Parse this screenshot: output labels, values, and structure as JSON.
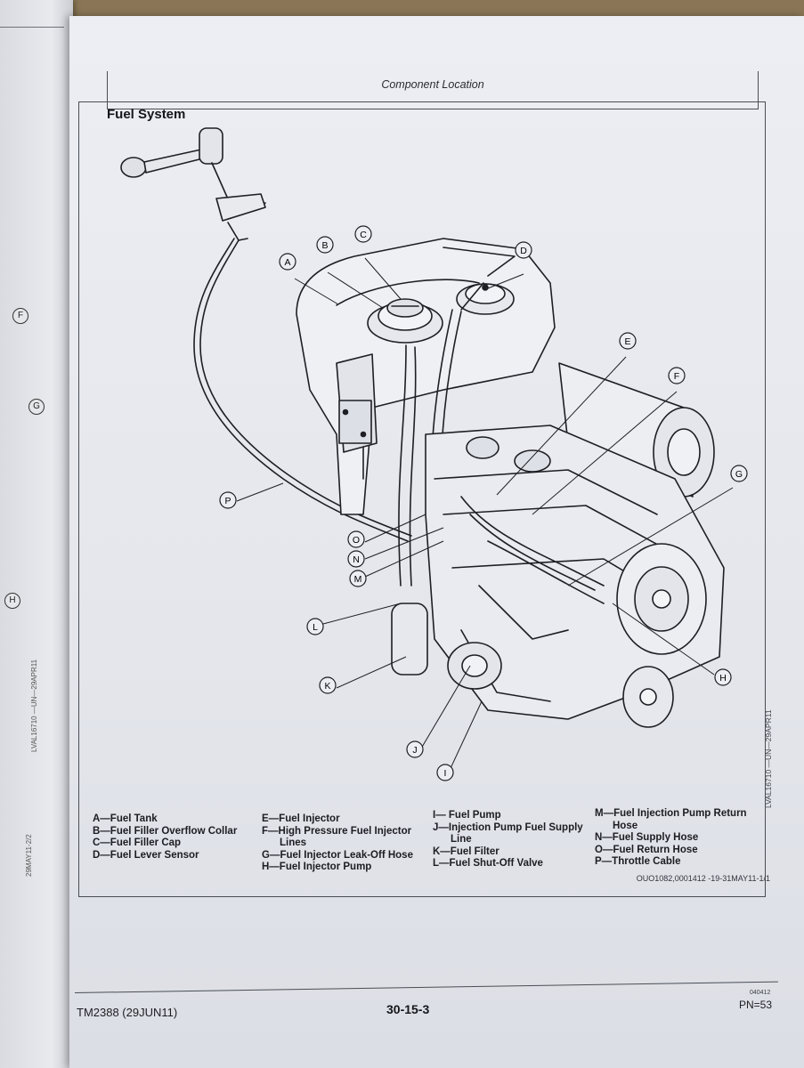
{
  "header": {
    "title": "Component Location"
  },
  "section": {
    "title": "Fuel System"
  },
  "callouts": [
    "A",
    "B",
    "C",
    "D",
    "E",
    "F",
    "G",
    "H",
    "I",
    "J",
    "K",
    "L",
    "M",
    "N",
    "O",
    "P"
  ],
  "left_page": {
    "callouts": [
      "F",
      "G",
      "H"
    ],
    "vertical_text": "LVAL16710 —UN—29APR11",
    "bottom_text": "29MAY11-2/2"
  },
  "legend": {
    "col1": [
      "A—Fuel Tank",
      "B—Fuel Filler Overflow Collar",
      "C—Fuel Filler Cap",
      "D—Fuel Lever Sensor"
    ],
    "col2": [
      "E—Fuel Injector",
      "F—High Pressure Fuel Injector",
      "Lines",
      "G—Fuel Injector Leak-Off Hose",
      "H—Fuel Injector Pump"
    ],
    "col3": [
      "I— Fuel Pump",
      "J—Injection Pump Fuel Supply",
      "Line",
      "K—Fuel Filter",
      "L—Fuel Shut-Off Valve"
    ],
    "col4": [
      "M—Fuel Injection Pump Return",
      "Hose",
      "N—Fuel Supply Hose",
      "O—Fuel Return Hose",
      "P—Throttle Cable"
    ]
  },
  "figure_ref": "OUO1082,0001412 -19-31MAY11-1/1",
  "side_ref": "LVAL16710 —UN—29APR11",
  "footer": {
    "manual": "TM2388 (29JUN11)",
    "page": "30-15-3",
    "small": "040412",
    "pn": "PN=53"
  }
}
